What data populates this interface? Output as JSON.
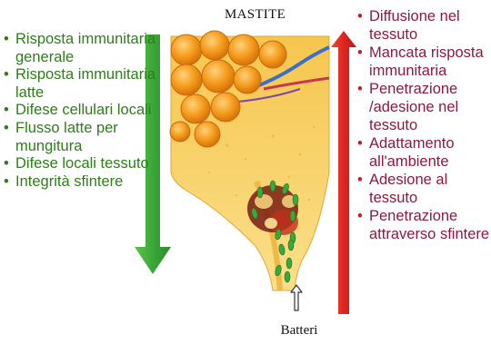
{
  "title": "MASTITE",
  "bottom_label": "Batteri",
  "left_list": [
    "Risposta immunitaria generale",
    "Risposta immunitaria latte",
    "Difese cellulari locali",
    "Flusso latte per mungitura",
    "Difese locali tessuto",
    "Integrità sfintere"
  ],
  "right_list": [
    "Diffusione nel tessuto",
    "Mancata risposta immunitaria",
    "Penetrazione /adesione nel tessuto",
    "Adattamento all'ambiente",
    "Adesione al tessuto",
    "Penetrazione attraverso sfintere"
  ],
  "colors": {
    "green_arrow": "#3aa83a",
    "red_arrow": "#e02420",
    "left_text": "#2e7d1a",
    "right_text": "#8c1a3c",
    "tissue": "#f8d060",
    "alveoli": "#f39a1a"
  },
  "arrows": {
    "left": "down",
    "right": "up",
    "bacteria": "up"
  }
}
